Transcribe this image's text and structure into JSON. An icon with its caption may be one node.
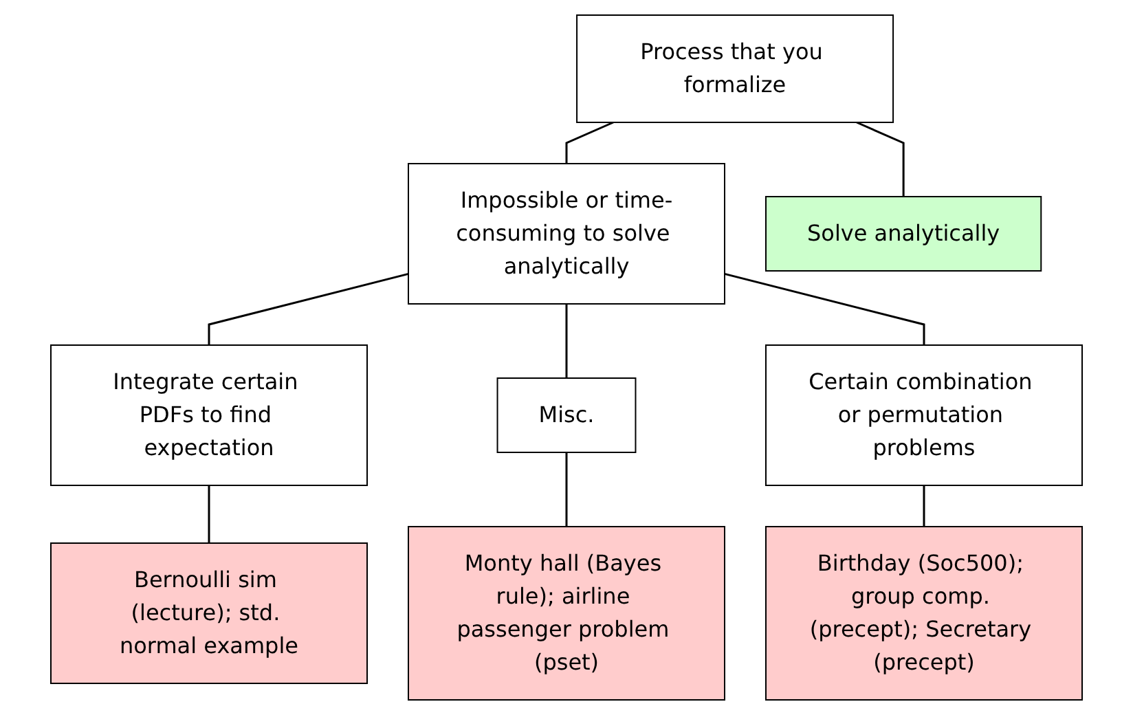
{
  "diagram": {
    "nodes": [
      {
        "text": [
          "Process that you formalize"
        ]
      },
      {
        "text": [
          "Impossible or time-consuming to solve analytically"
        ]
      },
      {
        "text": [
          "Solve analytically"
        ]
      },
      {
        "text": [
          "Integrate certain PDFs to find expectation"
        ]
      },
      {
        "text": [
          "Misc."
        ]
      },
      {
        "text": [
          "Certain combination or permutation problems"
        ]
      },
      {
        "text": [
          "Bernoulli sim (lecture); std. normal example"
        ]
      },
      {
        "text": [
          "Monty hall (Bayes rule); airline passenger problem (pset)"
        ]
      },
      {
        "text": [
          "Birthday (Soc500); group comp. (precept); Secretary (precept)"
        ]
      }
    ],
    "edges": [
      {
        "from": 0,
        "to": 1,
        "arrow": "none"
      },
      {
        "from": 0,
        "to": 2,
        "arrow": "none"
      },
      {
        "from": 1,
        "to": 3,
        "arrow": "none"
      },
      {
        "from": 1,
        "to": 4,
        "arrow": "none"
      },
      {
        "from": 1,
        "to": 5,
        "arrow": "none"
      },
      {
        "from": 3,
        "to": 6,
        "arrow": "none"
      },
      {
        "from": 4,
        "to": 7,
        "arrow": "none"
      },
      {
        "from": 5,
        "to": 8,
        "arrow": "none"
      }
    ]
  }
}
